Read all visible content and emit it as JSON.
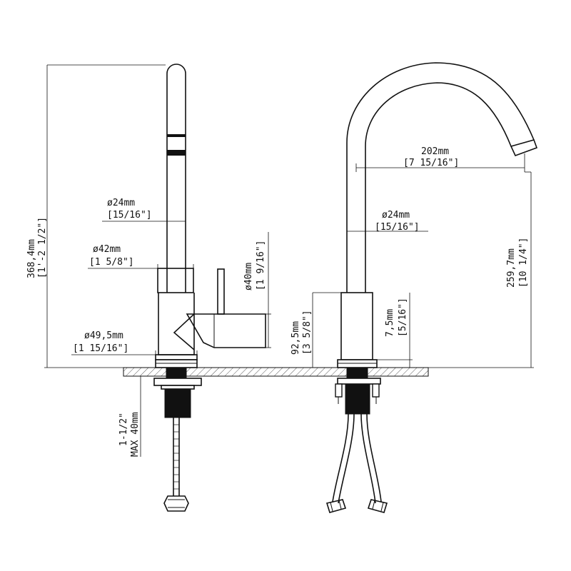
{
  "labels": {
    "left_height_mm": "368,4mm",
    "left_height_in": "[1'-2 1/2\"]",
    "spout_dia_mm": "ø24mm",
    "spout_dia_in": "[15/16\"]",
    "body_dia_mm": "ø42mm",
    "body_dia_in": "[1 5/8\"]",
    "handle_dia_mm": "ø40mm",
    "handle_dia_in": "[1 9/16\"]",
    "base_dia_mm": "ø49,5mm",
    "base_dia_in": "[1 15/16\"]",
    "hole_size": "1-1/2\"",
    "max_thickness": "MAX 40mm",
    "reach_mm": "202mm",
    "reach_in": "[7 15/16\"]",
    "right_spout_dia_mm": "ø24mm",
    "right_spout_dia_in": "[15/16\"]",
    "spout_height_mm": "259,7mm",
    "spout_height_in": "[10 1/4\"]",
    "body_height_mm": "92,5mm",
    "body_height_in": "[3 5/8\"]",
    "base_height_mm": "7,5mm",
    "base_height_in": "[5/16\"]"
  }
}
